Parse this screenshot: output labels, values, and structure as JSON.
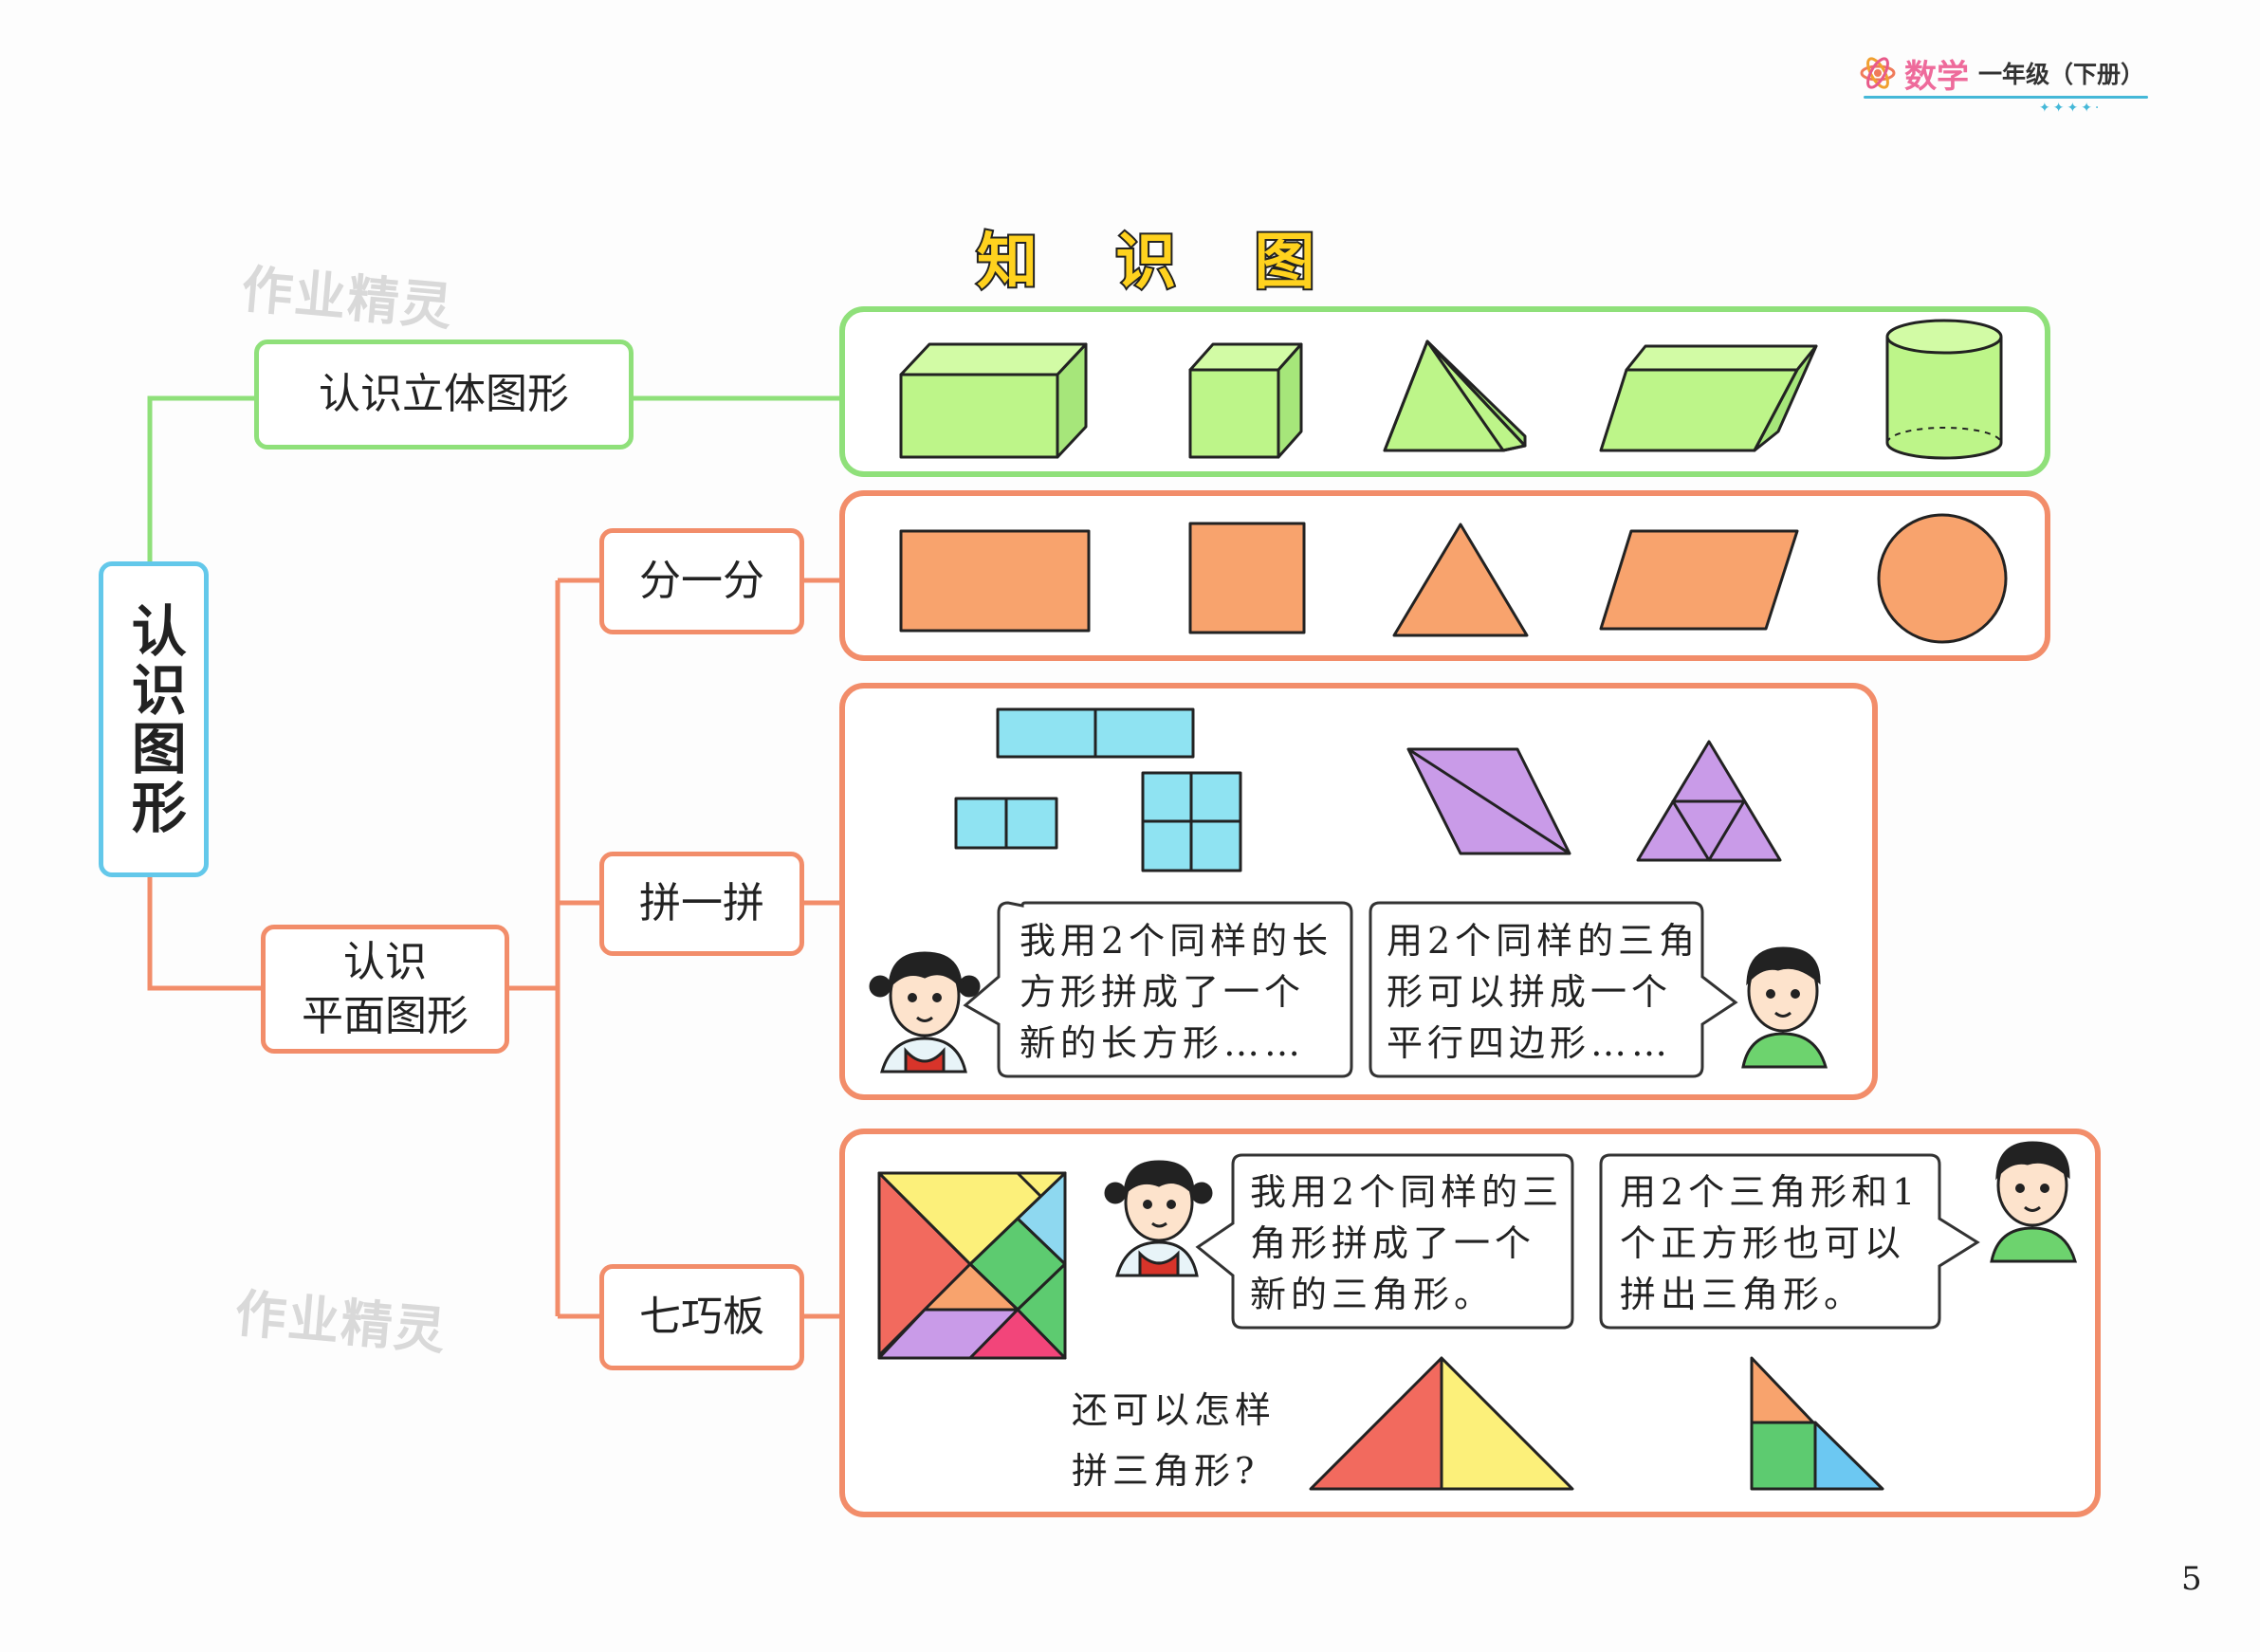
{
  "header": {
    "subject": "数学",
    "grade": "一年级（下册）",
    "dots": "✦✦✦✦·"
  },
  "title": "知 识 图",
  "watermark": "作业精灵",
  "root": "认识图形",
  "nodes": {
    "solid": "认识立体图形",
    "plane": "认识\n平面图形",
    "divide": "分一分",
    "combine": "拼一拼",
    "tangram": "七巧板"
  },
  "speech": {
    "girl_rect": [
      "我用2个同样的长",
      "方形拼成了一个",
      "新的长方形……"
    ],
    "boy_para": [
      "用2个同样的三角",
      "形可以拼成一个",
      "平行四边形……"
    ],
    "girl_tri": [
      "我用2个同样的三",
      "角形拼成了一个",
      "新的三角形。"
    ],
    "boy_tri": [
      "用2个三角形和1",
      "个正方形也可以",
      "拼出三角形。"
    ]
  },
  "question": [
    "还可以怎样",
    "拼三角形?"
  ],
  "page_number": "5",
  "colors": {
    "green_fill": "#bdf589",
    "orange_fill": "#f8a36d",
    "cyan_fill": "#8fe3f2",
    "purple_fill": "#c99be8",
    "green_border": "#8fe07a",
    "orange_border": "#f28d6a",
    "blue_border": "#63c8ea"
  }
}
